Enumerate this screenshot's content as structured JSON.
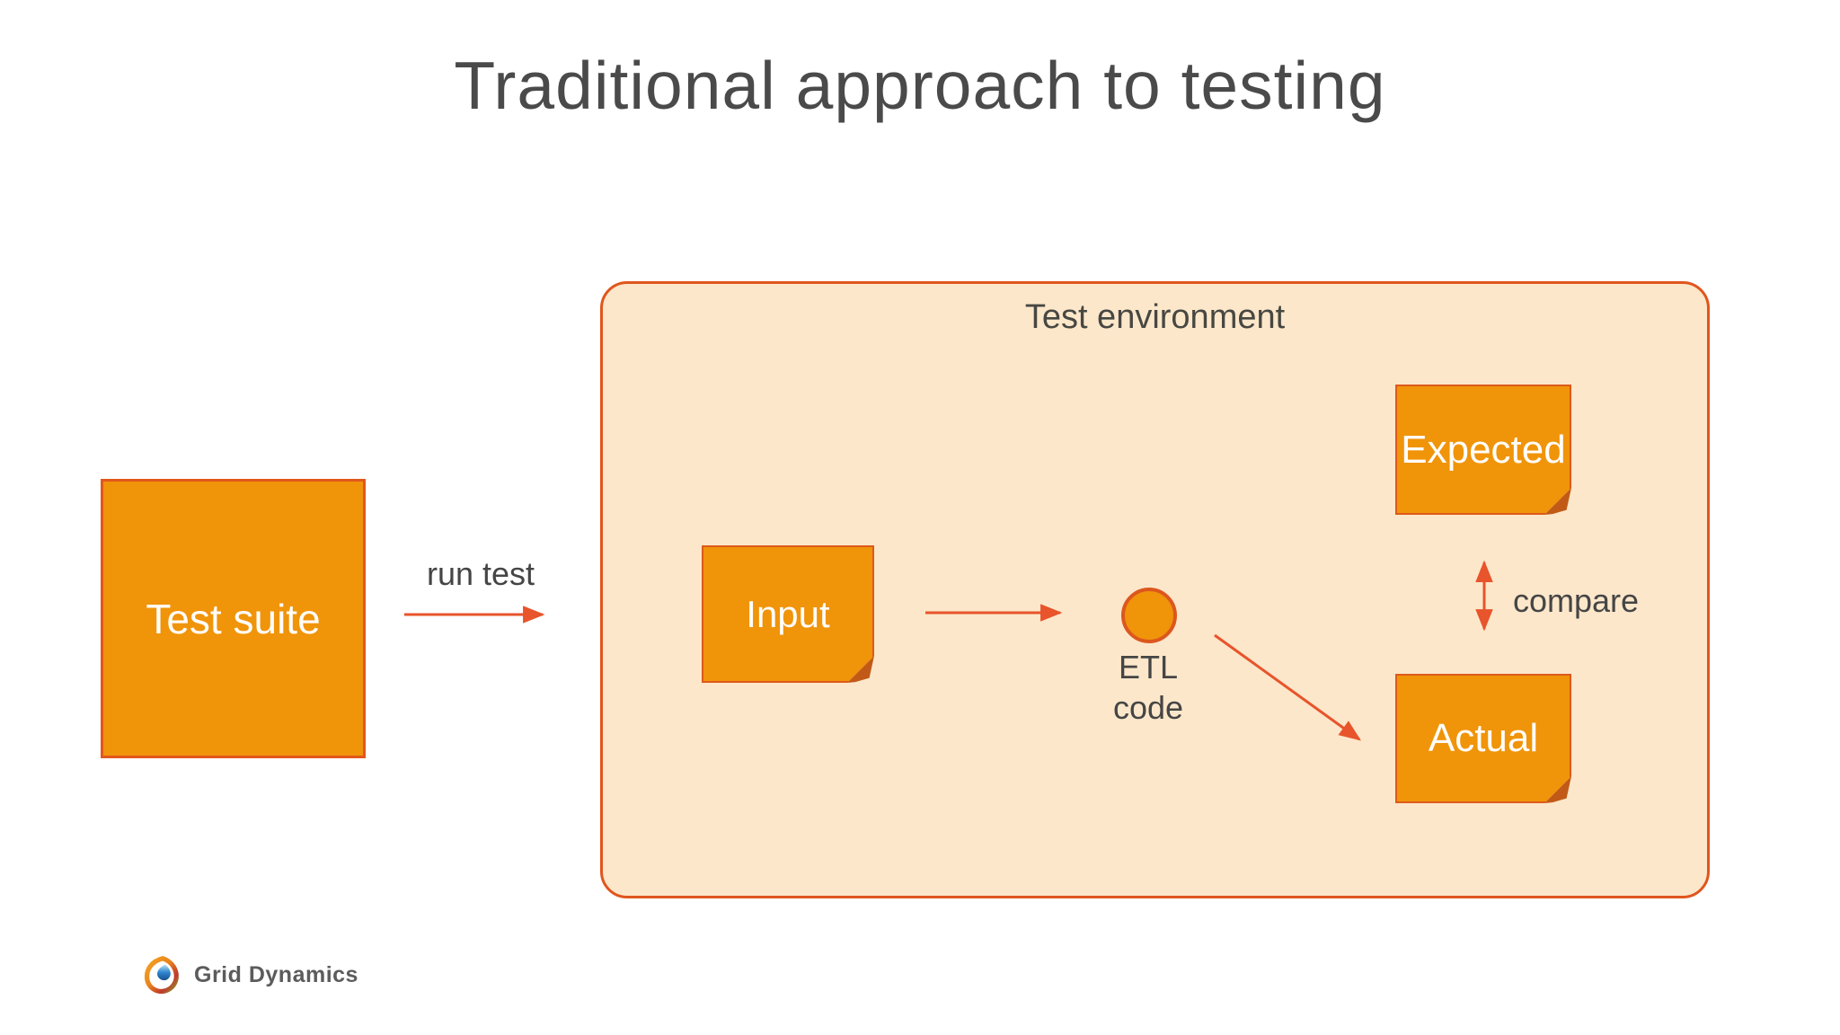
{
  "slide": {
    "title": "Traditional approach to testing"
  },
  "diagram": {
    "test_suite_label": "Test suite",
    "run_test_label": "run test",
    "environment_label": "Test environment",
    "input_label": "Input",
    "etl_label": "ETL\ncode",
    "expected_label": "Expected",
    "actual_label": "Actual",
    "compare_label": "compare"
  },
  "footer": {
    "logo_text": "Grid Dynamics"
  },
  "colors": {
    "note_fill": "#F0940A",
    "note_border": "#DD5A1B",
    "note_fold": "#C25A17",
    "note_text": "#FFFDFA",
    "environment_fill": "#FCE7CA",
    "environment_border": "#E0561E",
    "arrow": "#E8542B",
    "title_text": "#4A4A4A",
    "label_text": "#454545",
    "logo_text": "#5C5C5C"
  }
}
